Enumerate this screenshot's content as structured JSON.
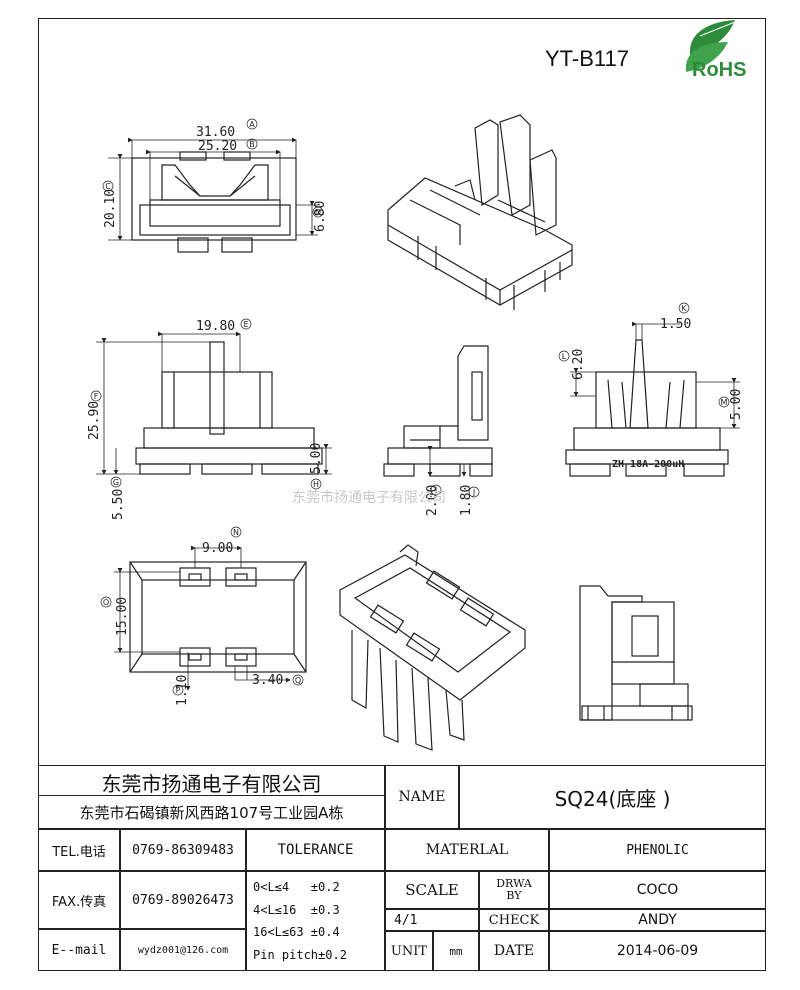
{
  "part_number": "YT-B117",
  "rohs": {
    "label": "RoHS"
  },
  "watermark": "东莞市扬通电子有限公司",
  "dimensions": {
    "A": "31.60",
    "B": "25.20",
    "C": "20.10",
    "D": "6.80",
    "E": "19.80",
    "F": "25.90",
    "G": "5.50",
    "H": "5.00",
    "I": "2.00",
    "J": "1.80",
    "K": "1.50",
    "L": "6.20",
    "M": "5.00",
    "N": "9.00",
    "O": "15.00",
    "P": "1.10",
    "Q": "3.40"
  },
  "dim_letters": [
    "A",
    "B",
    "C",
    "D",
    "E",
    "F",
    "G",
    "H",
    "I",
    "J",
    "K",
    "L",
    "M",
    "N",
    "O",
    "P",
    "Q"
  ],
  "part_marking": "ZH 18A-200uH",
  "title_block": {
    "company": "东莞市扬通电子有限公司",
    "address": "东莞市石碣镇新风西路107号工业园A栋",
    "name_label": "NAME",
    "name_value": "SQ24(底座 )",
    "tel_label": "TEL.电话",
    "tel_value": "0769-86309483",
    "fax_label": "FAX.传真",
    "fax_value": "0769-89026473",
    "email_label": "E--mail",
    "email_value": "wydz001@126.com",
    "tolerance_label": "TOLERANCE",
    "tolerance_rows": [
      "0<L≤4   ±0.2",
      "4<L≤16  ±0.3",
      "16<L≤63 ±0.4",
      "Pin pitch±0.2"
    ],
    "material_label": "MATERLAL",
    "material_value": "PHENOLIC",
    "scale_label": "SCALE",
    "scale_value": "4/1",
    "drawn_by_label": "DRWA BY",
    "drawn_by_value": "COCO",
    "check_label": "CHECK",
    "check_value": "ANDY",
    "unit_label": "UNIT",
    "unit_value": "mm",
    "date_label": "DATE",
    "date_value": "2014-06-09"
  }
}
